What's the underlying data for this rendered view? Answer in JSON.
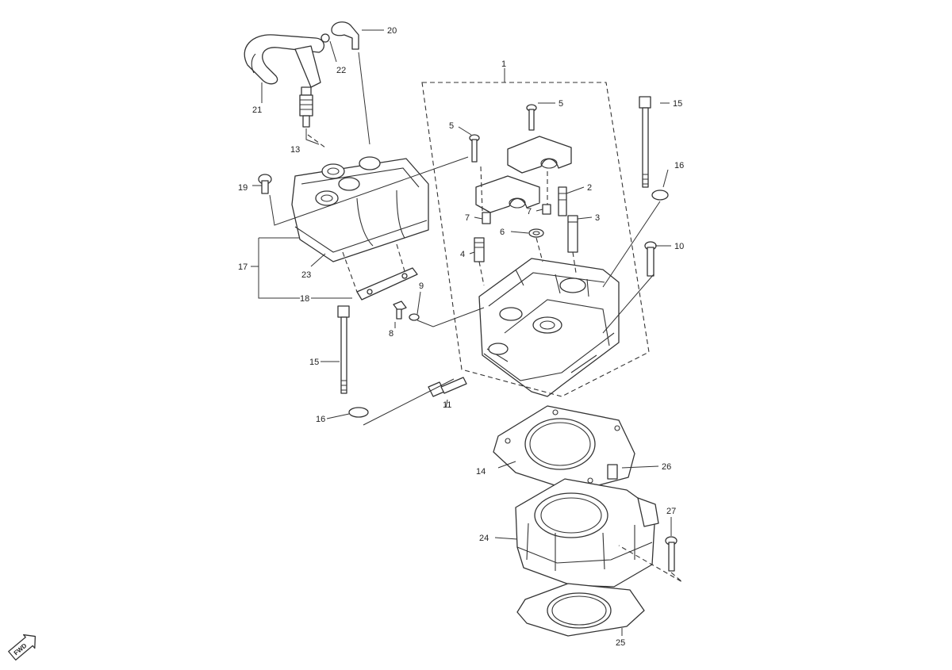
{
  "callouts": {
    "c1": "1",
    "c2": "2",
    "c3": "3",
    "c4": "4",
    "c5a": "5",
    "c5b": "5",
    "c6": "6",
    "c7a": "7",
    "c7b": "7",
    "c8": "8",
    "c9": "9",
    "c10": "10",
    "c11": "11",
    "c13": "13",
    "c14": "14",
    "c15a": "15",
    "c15b": "15",
    "c16a": "16",
    "c16b": "16",
    "c17": "17",
    "c18": "18",
    "c19": "19",
    "c20": "20",
    "c21": "21",
    "c22": "22",
    "c23": "23",
    "c24": "24",
    "c25": "25",
    "c26": "26",
    "c27": "27"
  },
  "fwd_badge": "FWD"
}
